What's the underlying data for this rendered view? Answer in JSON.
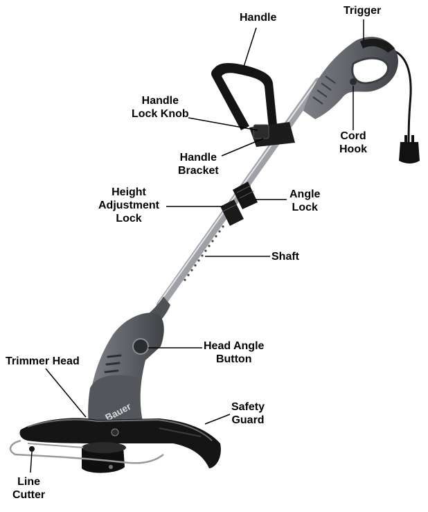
{
  "product": {
    "brand": "Bauer",
    "colors": {
      "body": "#5c5f64",
      "body_dark": "#3a3c40",
      "body_light": "#8a8d92",
      "shaft": "#b9bcc1",
      "black": "#111111",
      "wire": "#9a9a9a"
    }
  },
  "labels": {
    "handle": "Handle",
    "trigger": "Trigger",
    "handle_lock_knob": [
      "Handle",
      "Lock Knob"
    ],
    "cord_hook": [
      "Cord",
      "Hook"
    ],
    "handle_bracket": [
      "Handle",
      "Bracket"
    ],
    "height_adjustment_lock": [
      "Height",
      "Adjustment",
      "Lock"
    ],
    "angle_lock": [
      "Angle",
      "Lock"
    ],
    "shaft": "Shaft",
    "head_angle_button": [
      "Head Angle",
      "Button"
    ],
    "trimmer_head": "Trimmer Head",
    "safety_guard": [
      "Safety",
      "Guard"
    ],
    "line_cutter": [
      "Line",
      "Cutter"
    ]
  }
}
